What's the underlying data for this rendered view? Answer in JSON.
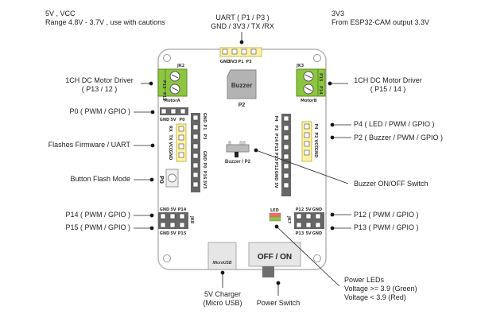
{
  "annotations": {
    "vcc_title": "5V , VCC",
    "vcc_range": "Range 4.8V - 3.7V , use with cautions",
    "uart_title": "UART ( P1 / P3 )",
    "uart_pins": "GND / 3V3 / TX /RX",
    "v33_title": "3V3",
    "v33_desc": "From ESP32-CAM output 3.3V",
    "motor_left_title": "1CH DC Motor Driver",
    "motor_left_pins": "( P13 / 12 )",
    "motor_right_title": "1CH DC Motor Driver",
    "motor_right_pins": "( P15 / 14 )",
    "p0": "P0 ( PWM / GPIO )",
    "flash_uart": "Flashes Firmware / UART",
    "button_flash": "Button Flash Mode",
    "p14": "P14 ( PWM / GPIO )",
    "p15": "P15 ( PWM / GPIO )",
    "p4": "P4 ( LED / PWM / GPIO )",
    "p2": "P2 ( Buzzer / PWM / GPIO )",
    "buzzer_switch": "Buzzer ON/OFF Switch",
    "p12": "P12 ( PWM / GPIO )",
    "p13": "P13 ( PWM / GPIO )",
    "charger_title": "5V Charger",
    "charger_sub": "(Micro USB)",
    "power_switch": "Power Switch",
    "power_leds_title": "Power LEDs",
    "power_leds_green": "Voltage >= 3.9 (Green)",
    "power_leds_red": "Voltage < 3.9 (Red)"
  },
  "board": {
    "uart_header_labels": [
      "GND",
      "3V3",
      "P1",
      "P3"
    ],
    "jk2": "JK2",
    "jk2_pins": [
      "P13",
      "P12"
    ],
    "motor_a": "MotorA",
    "jk3": "JK3",
    "jk3_pins": [
      "P15",
      "P14"
    ],
    "motor_b": "MotorB",
    "buzzer": "Buzzer",
    "buzzer_pin": "P2",
    "p0_header_labels": [
      "GND",
      "5V",
      "P0"
    ],
    "flash_header_labels": [
      "RX",
      "TX",
      "VCC",
      "GND"
    ],
    "left_column_labels": [
      "GND",
      "P1",
      "P3",
      "",
      "GND",
      "P0",
      "P16",
      "3V3"
    ],
    "right_column_labels": [
      "P4",
      "P2",
      "P14",
      "P15",
      "P13",
      "P12",
      "GND",
      "5V"
    ],
    "p4p2_header_labels": [
      "P4",
      "P2",
      "VCC",
      "GND"
    ],
    "button_label": "P0",
    "switch_label": "Buzzer / P2",
    "jk_left_bottom": "JK8",
    "jk_right_bottom": "JK7",
    "p14_header_labels": [
      "GND",
      "5V",
      "P14"
    ],
    "p15_header_labels": [
      "GND",
      "5V",
      "P15"
    ],
    "p12_header_labels": [
      "P12",
      "5V",
      "GND"
    ],
    "p13_header_labels": [
      "P13",
      "5V",
      "GND"
    ],
    "led_label": "LED",
    "usb_label": "MicroUSB",
    "power_label": "OFF / ON"
  },
  "colors": {
    "board_border": "#b5b5b5",
    "terminal_green": "#8cc63f",
    "header_dark": "#666666",
    "header_yellow": "#fff2a8",
    "led_red": "#f26b5b",
    "led_green": "#8cc63f",
    "buzzer_gray": "#b3b3b3"
  }
}
